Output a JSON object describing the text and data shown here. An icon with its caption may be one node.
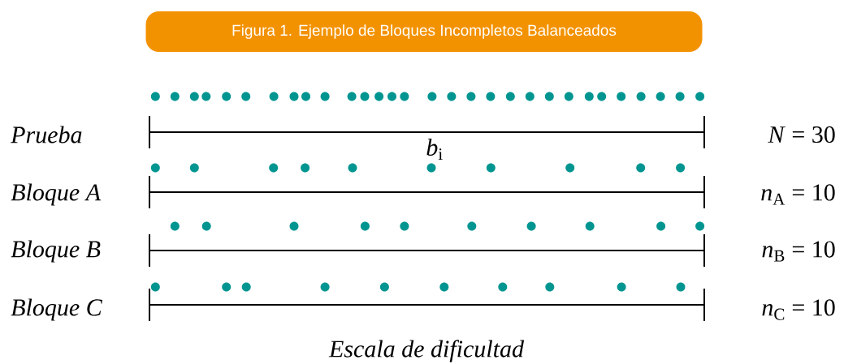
{
  "diagram": {
    "title": "Figura 1. Ejemplo de Bloques Incompletos Balanceados",
    "labels": [
      "Prueba",
      "*N* = 30",
      "*b*$_{i}$",
      "Bloque A",
      "*n*$_{A}$ = 10",
      "Bloque B",
      "*n*$_{B}$ = 10",
      "Bloque C",
      "*n*$_{C}$ = 10",
      "Escala de dificultad"
    ]
  }
}
